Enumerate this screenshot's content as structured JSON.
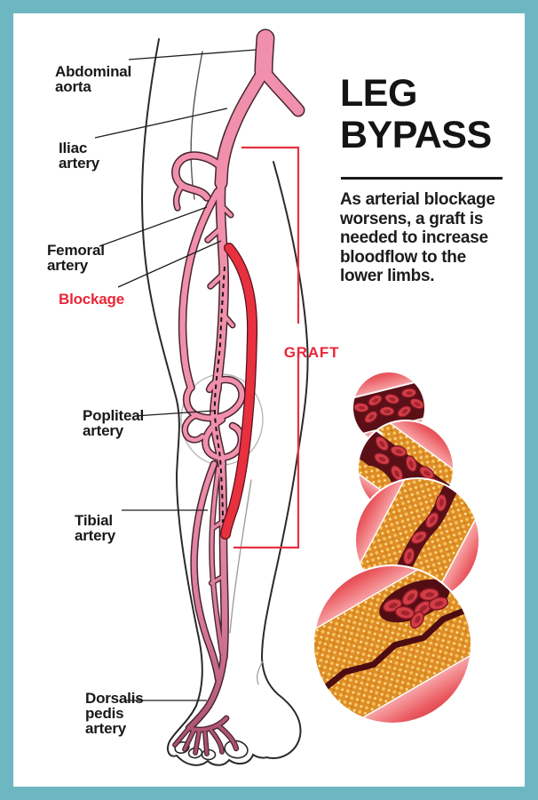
{
  "poster": {
    "border_color": "#6cb7c2",
    "accent_red": "#e82638",
    "artery_pink": "#f190ac",
    "title": "LEG\nBYPASS",
    "description": "As arterial blockage\nworsens, a graft is\nneeded to increase\nbloodflow to the\nlower limbs."
  },
  "labels": {
    "abdominal_aorta": "Abdominal\naorta",
    "iliac_artery": "Iliac\nartery",
    "femoral_artery": "Femoral\nartery",
    "blockage": "Blockage",
    "graft": "GRAFT",
    "popliteal_artery": "Popliteal\nartery",
    "tibial_artery": "Tibial\nartery",
    "dorsalis_pedis_artery": "Dorsalis\npedis\nartery"
  },
  "inset": {
    "stages": [
      "healthy-artery",
      "mild-plaque",
      "advanced-plaque",
      "severe-blockage"
    ]
  }
}
